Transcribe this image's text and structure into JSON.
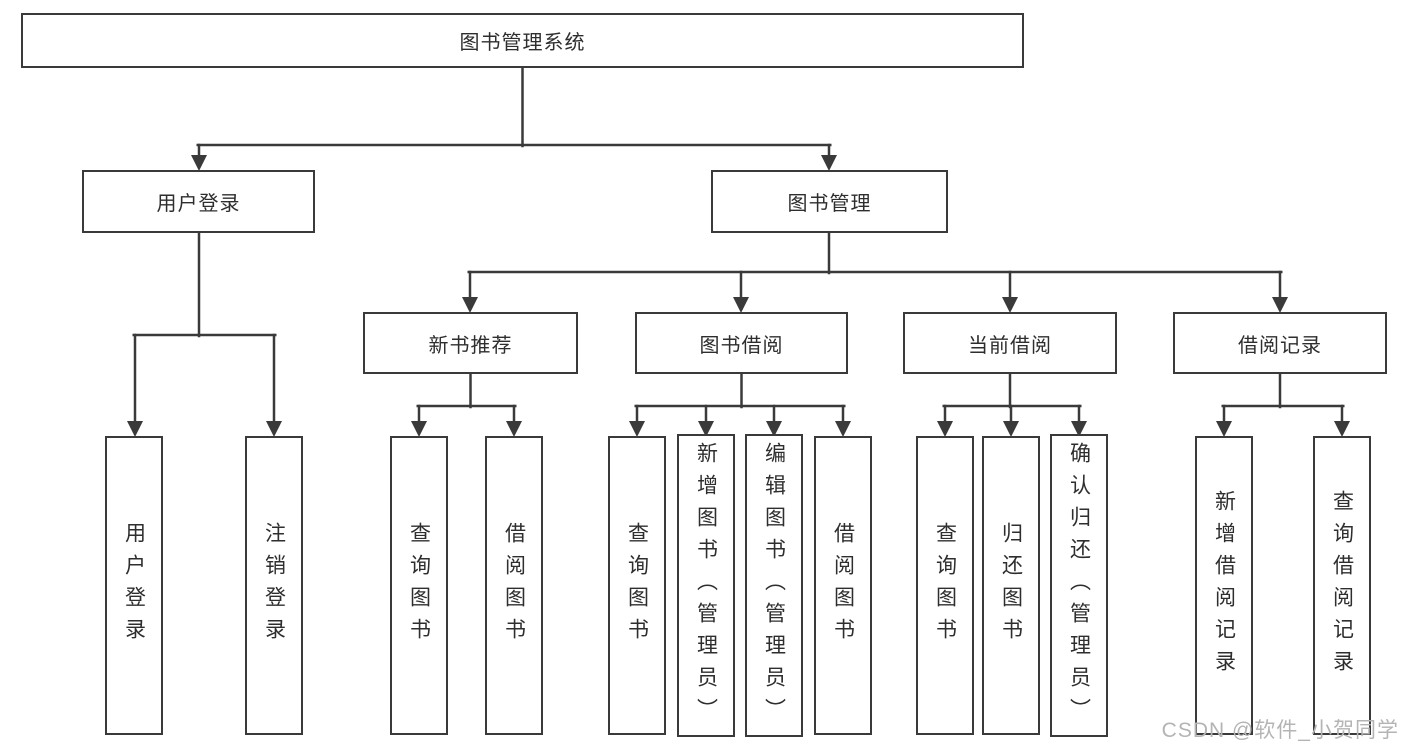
{
  "tree": {
    "label": "图书管理系统",
    "children": [
      {
        "label": "用户登录",
        "children": [
          {
            "label": "用户登录"
          },
          {
            "label": "注销登录"
          }
        ]
      },
      {
        "label": "图书管理",
        "children": [
          {
            "label": "新书推荐",
            "children": [
              {
                "label": "查询图书"
              },
              {
                "label": "借阅图书"
              }
            ]
          },
          {
            "label": "图书借阅",
            "children": [
              {
                "label": "查询图书"
              },
              {
                "label": "新增图书（管理员）"
              },
              {
                "label": "编辑图书（管理员）"
              },
              {
                "label": "借阅图书"
              }
            ]
          },
          {
            "label": "当前借阅",
            "children": [
              {
                "label": "查询图书"
              },
              {
                "label": "归还图书"
              },
              {
                "label": "确认归还（管理员）"
              }
            ]
          },
          {
            "label": "借阅记录",
            "children": [
              {
                "label": "新增借阅记录"
              },
              {
                "label": "查询借阅记录"
              }
            ]
          }
        ]
      }
    ]
  },
  "watermark": {
    "text": "CSDN @软件_小贺同学"
  },
  "colors": {
    "line": "#3a3a3a",
    "text": "#2e2e2e",
    "box_background": "#ffffff",
    "page_background": "#ffffff",
    "watermark": "#b4b4b4"
  }
}
